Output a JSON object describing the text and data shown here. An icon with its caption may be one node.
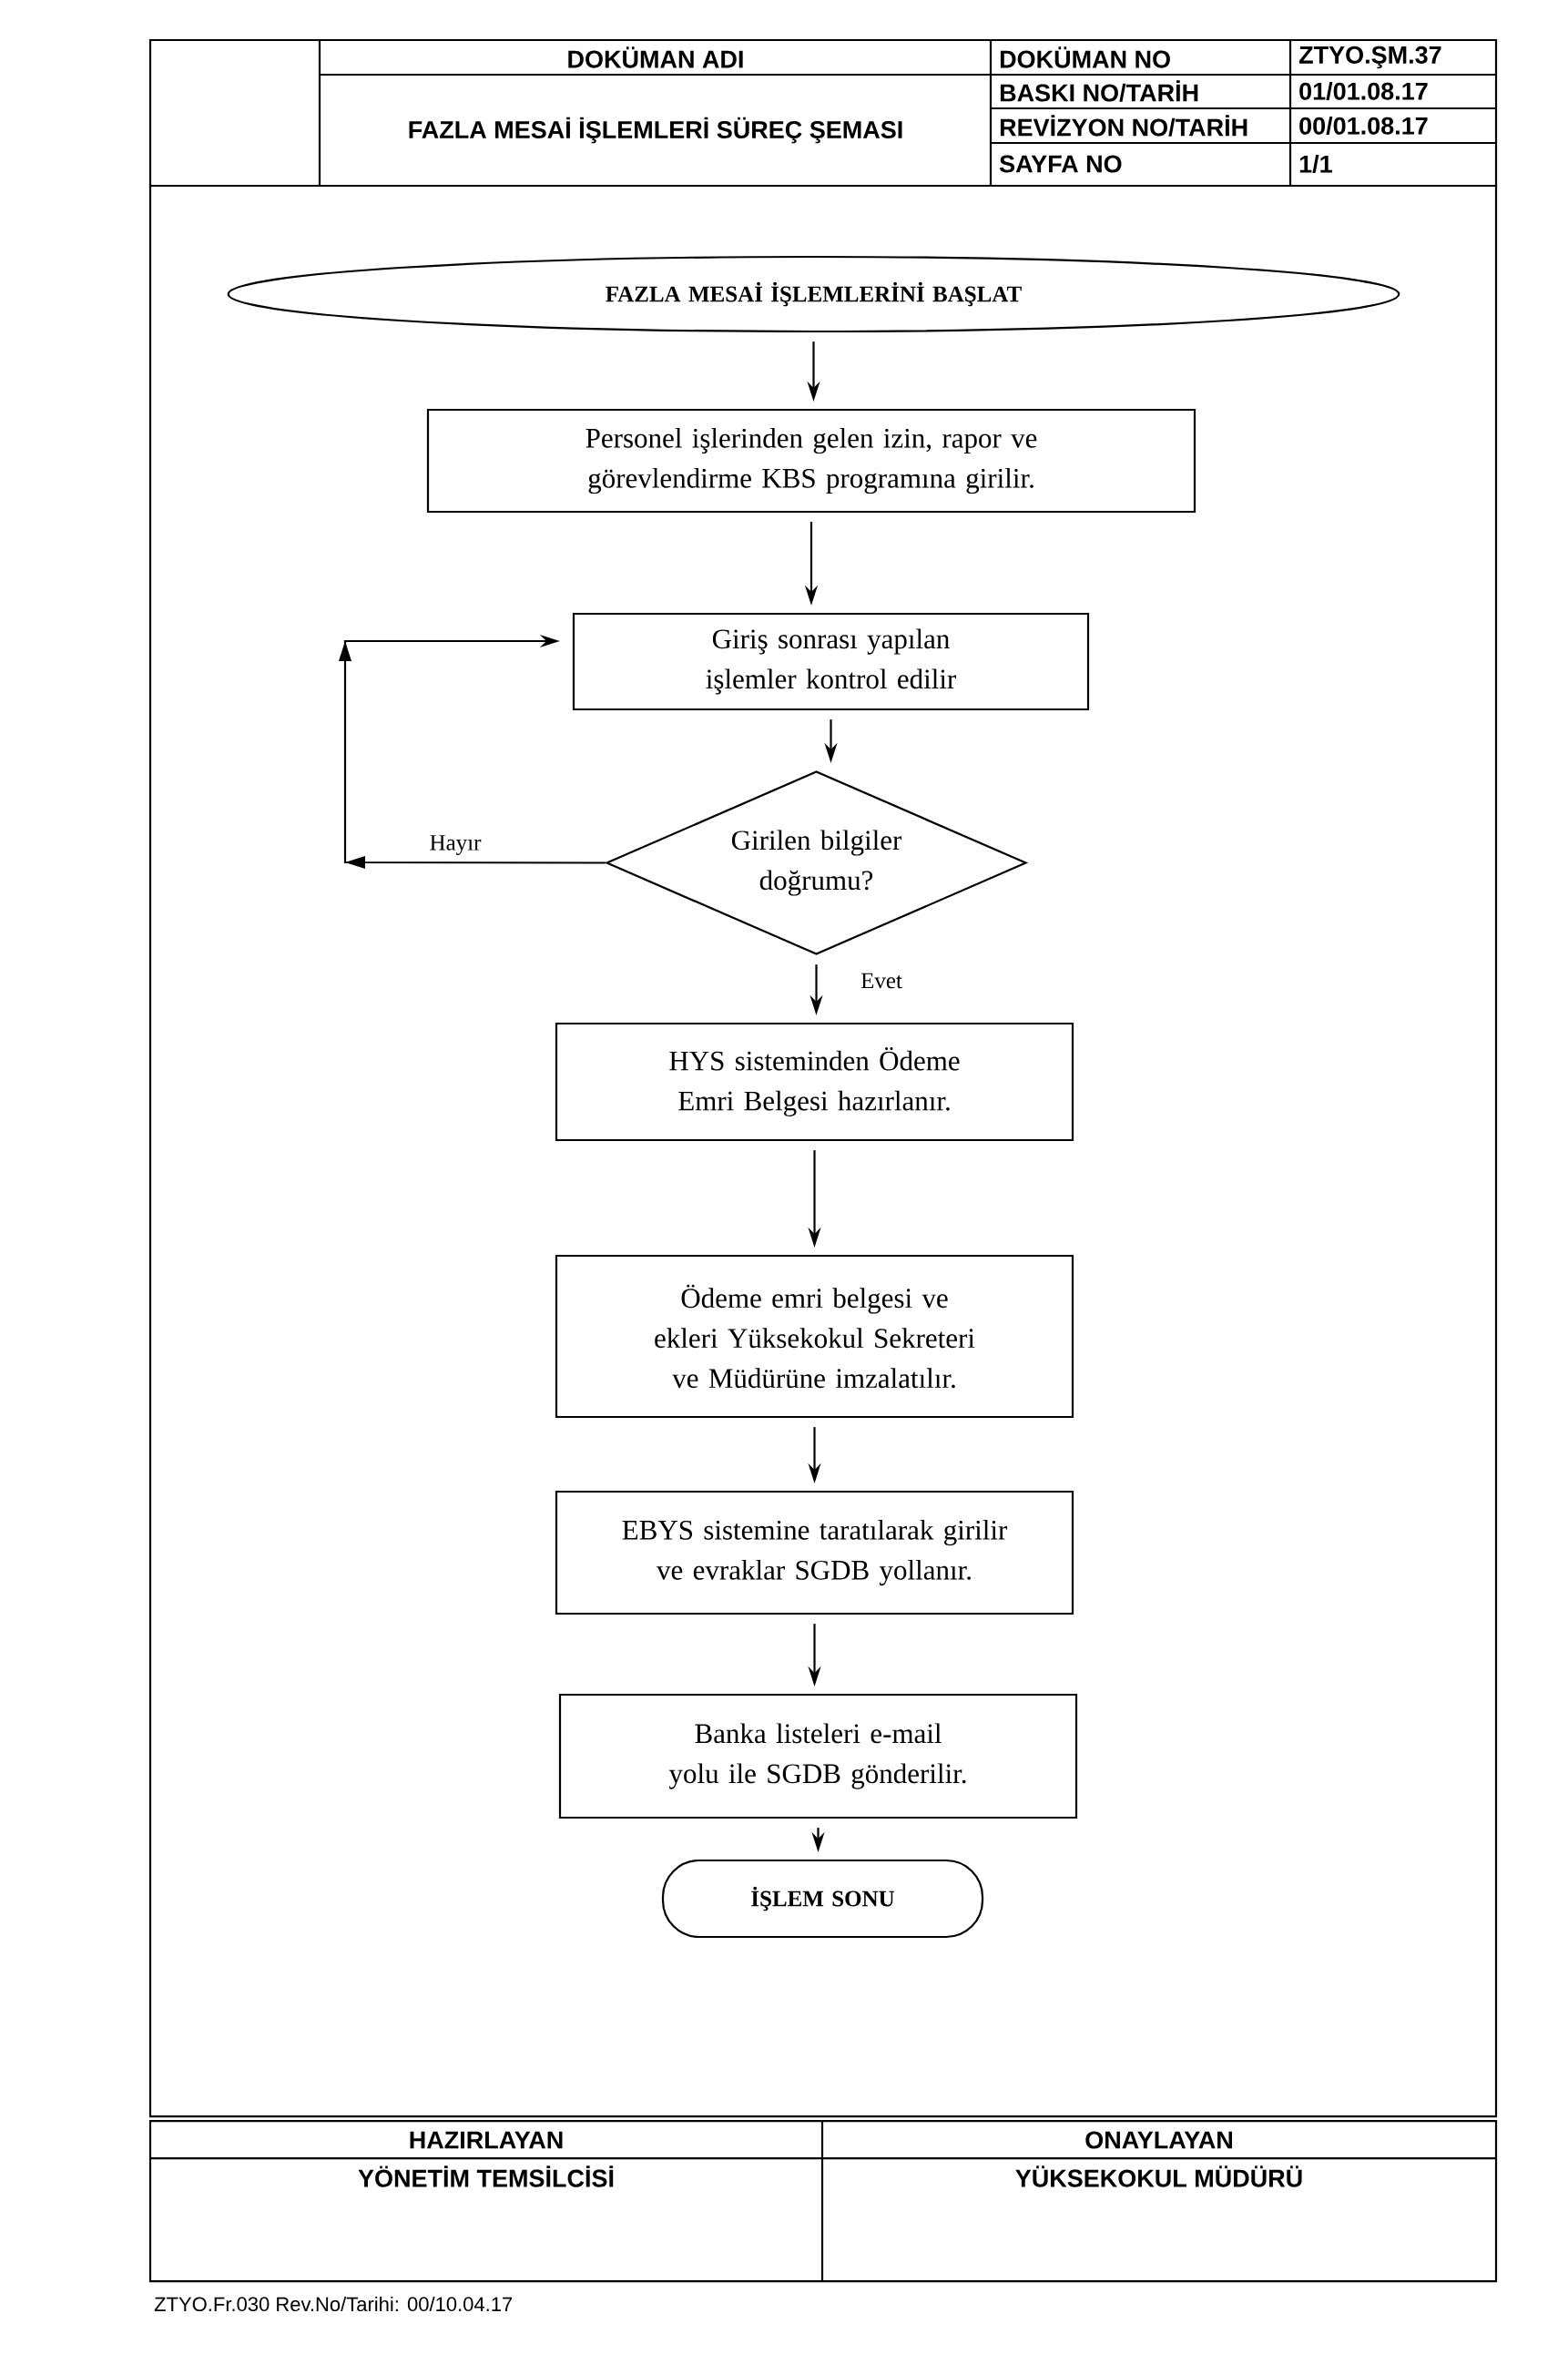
{
  "diagram": {
    "title": "FAZLA MESAİ İŞLEMLERİ SÜREÇ ŞEMASI",
    "nodes": [
      {
        "text": [
          "FAZLA MESAİ İŞLEMLERİNİ BAŞLAT"
        ]
      },
      {
        "text": [
          "Personel işlerinden gelen izin, rapor ve görevlendirme KBS programına girilir."
        ]
      },
      {
        "text": [
          "Giriş sonrası yapılan işlemler kontrol edilir"
        ]
      },
      {
        "text": [
          "Girilen bilgiler doğrumu?"
        ]
      },
      {
        "text": [
          "HYS sisteminden Ödeme Emri Belgesi hazırlanır."
        ]
      },
      {
        "text": [
          "Ödeme emri belgesi ve ekleri Yüksekokul Sekreteri ve Müdürüne imzalatılır."
        ]
      },
      {
        "text": [
          "EBYS sistemine taratılarak girilir ve evraklar SGDB yollanır."
        ]
      },
      {
        "text": [
          "Banka listeleri e-mail yolu ile SGDB gönderilir."
        ]
      },
      {
        "text": [
          "İŞLEM SONU"
        ]
      }
    ],
    "edges": [
      {
        "from": 0,
        "to": 1,
        "arrow": "to"
      },
      {
        "from": 1,
        "to": 2,
        "arrow": "to"
      },
      {
        "from": 2,
        "to": 3,
        "arrow": "to"
      },
      {
        "from": 3,
        "to": 4,
        "arrow": "to",
        "label": "Evet"
      },
      {
        "from": 3,
        "to": 2,
        "arrow": "to",
        "label": "Hayır"
      },
      {
        "from": 4,
        "to": 5,
        "arrow": "to"
      },
      {
        "from": 5,
        "to": 6,
        "arrow": "to"
      },
      {
        "from": 6,
        "to": 7,
        "arrow": "to"
      },
      {
        "from": 7,
        "to": 8,
        "arrow": "to"
      }
    ],
    "labels": [
      "DOKÜMAN ADI",
      "DOKÜMAN NO",
      "ZTYO.ŞM.37",
      "BASKI NO/TARİH",
      "01/01.08.17",
      "REVİZYON NO/TARİH",
      "00/01.08.17",
      "SAYFA NO",
      "1/1",
      "HAZIRLAYAN",
      "ONAYLAYAN",
      "YÖNETİM TEMSİLCİSİ",
      "YÜKSEKOKUL MÜDÜRÜ",
      "ZTYO.Fr.030 Rev.No/Tarihi: 00/10.04.17"
    ]
  }
}
